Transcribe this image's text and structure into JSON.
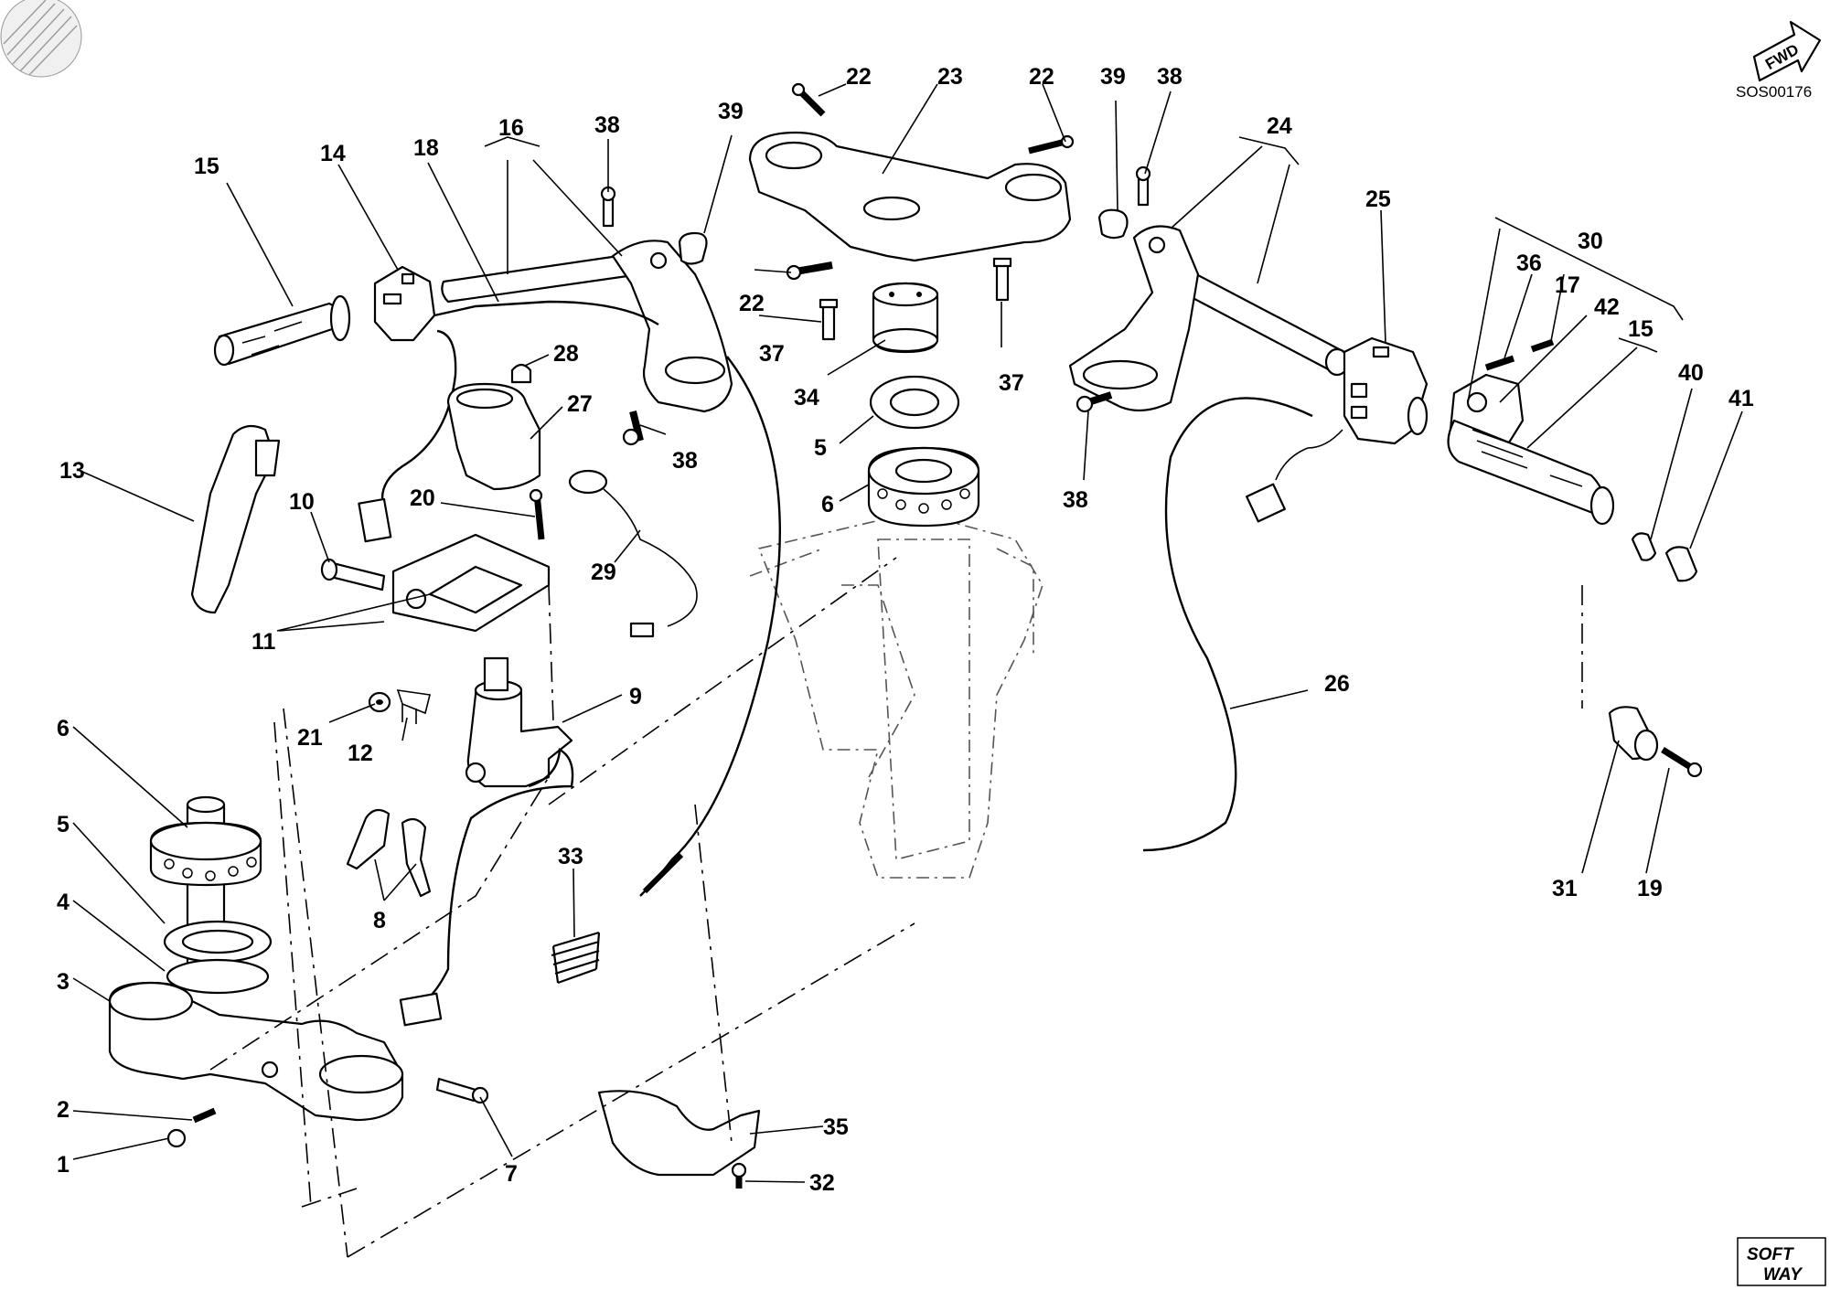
{
  "diagram": {
    "drawing_code": "SOS00176",
    "fwd_label": "FWD",
    "logo_text_top": "SOFT",
    "logo_text_bottom": "WAY"
  },
  "callouts": [
    {
      "id": "c15a",
      "label": "15"
    },
    {
      "id": "c14",
      "label": "14"
    },
    {
      "id": "c18",
      "label": "18"
    },
    {
      "id": "c16",
      "label": "16"
    },
    {
      "id": "c38a",
      "label": "38"
    },
    {
      "id": "c39a",
      "label": "39"
    },
    {
      "id": "c22a",
      "label": "22"
    },
    {
      "id": "c23",
      "label": "23"
    },
    {
      "id": "c22b",
      "label": "22"
    },
    {
      "id": "c39b",
      "label": "39"
    },
    {
      "id": "c38b",
      "label": "38"
    },
    {
      "id": "c24",
      "label": "24"
    },
    {
      "id": "c25",
      "label": "25"
    },
    {
      "id": "c30",
      "label": "30"
    },
    {
      "id": "c36",
      "label": "36"
    },
    {
      "id": "c17",
      "label": "17"
    },
    {
      "id": "c42",
      "label": "42"
    },
    {
      "id": "c15b",
      "label": "15"
    },
    {
      "id": "c40",
      "label": "40"
    },
    {
      "id": "c41",
      "label": "41"
    },
    {
      "id": "c28",
      "label": "28"
    },
    {
      "id": "c27",
      "label": "27"
    },
    {
      "id": "c22c",
      "label": "22"
    },
    {
      "id": "c37a",
      "label": "37"
    },
    {
      "id": "c34",
      "label": "34"
    },
    {
      "id": "c37b",
      "label": "37"
    },
    {
      "id": "c38c",
      "label": "38"
    },
    {
      "id": "c38d",
      "label": "38"
    },
    {
      "id": "c5a",
      "label": "5"
    },
    {
      "id": "c6a",
      "label": "6"
    },
    {
      "id": "c13",
      "label": "13"
    },
    {
      "id": "c10",
      "label": "10"
    },
    {
      "id": "c20",
      "label": "20"
    },
    {
      "id": "c29",
      "label": "29"
    },
    {
      "id": "c11",
      "label": "11"
    },
    {
      "id": "c9",
      "label": "9"
    },
    {
      "id": "c21",
      "label": "21"
    },
    {
      "id": "c12",
      "label": "12"
    },
    {
      "id": "c8",
      "label": "8"
    },
    {
      "id": "c26",
      "label": "26"
    },
    {
      "id": "c33",
      "label": "33"
    },
    {
      "id": "c6b",
      "label": "6"
    },
    {
      "id": "c5b",
      "label": "5"
    },
    {
      "id": "c4",
      "label": "4"
    },
    {
      "id": "c3",
      "label": "3"
    },
    {
      "id": "c2",
      "label": "2"
    },
    {
      "id": "c1",
      "label": "1"
    },
    {
      "id": "c7",
      "label": "7"
    },
    {
      "id": "c35",
      "label": "35"
    },
    {
      "id": "c32",
      "label": "32"
    },
    {
      "id": "c31",
      "label": "31"
    },
    {
      "id": "c19",
      "label": "19"
    }
  ]
}
